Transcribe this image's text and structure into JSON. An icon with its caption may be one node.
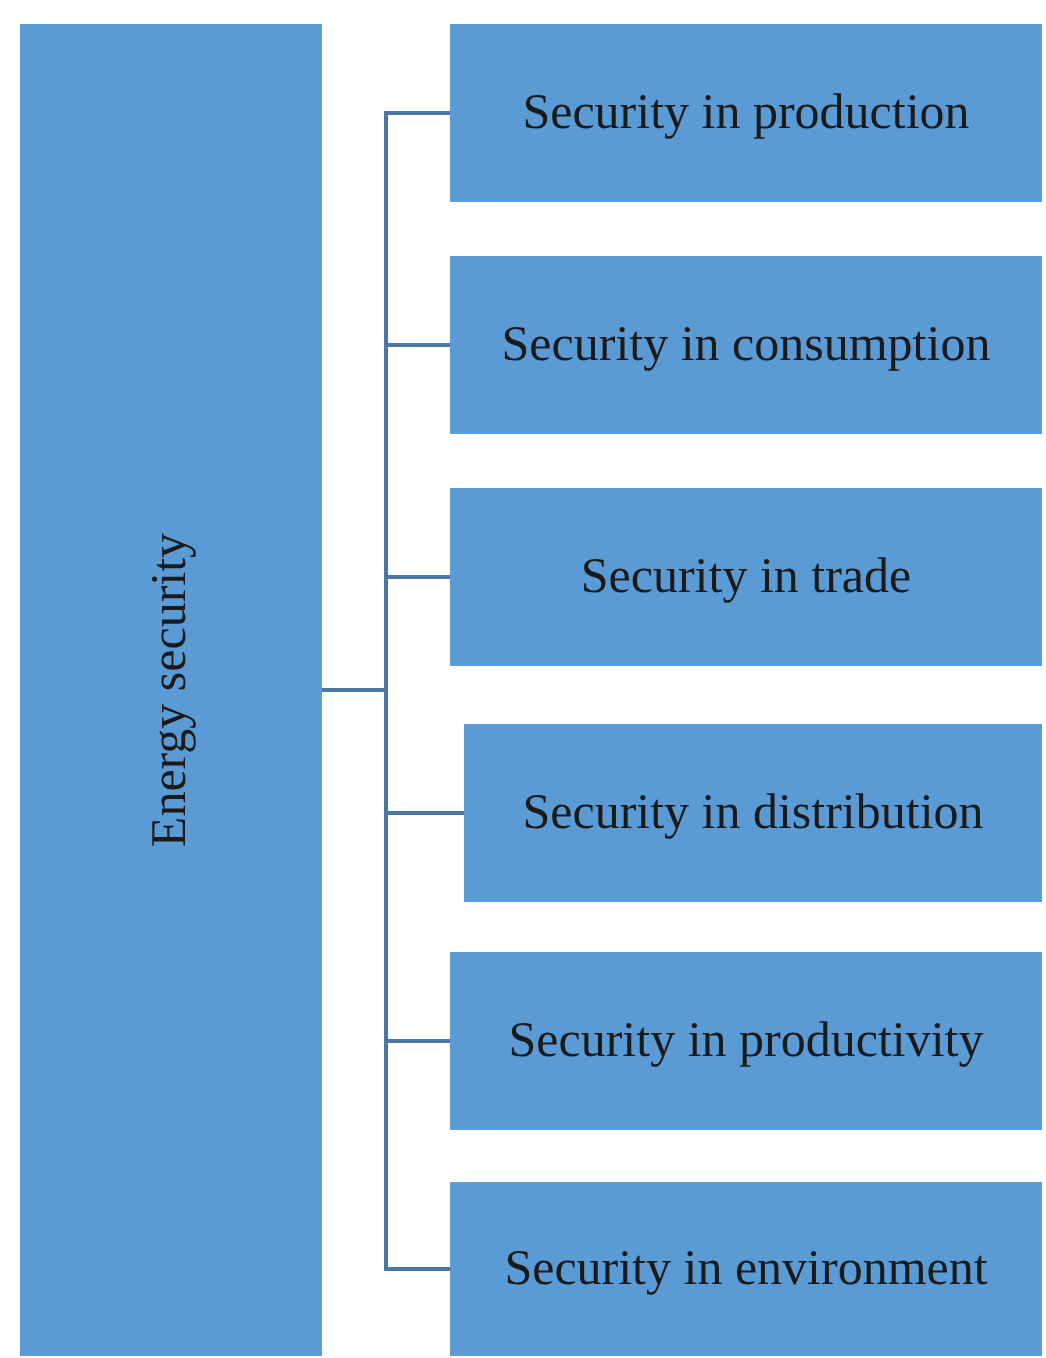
{
  "diagram": {
    "nodes": [
      {
        "text": [
          "Energy security"
        ]
      },
      {
        "text": [
          "Security in production"
        ]
      },
      {
        "text": [
          "Security in consumption"
        ]
      },
      {
        "text": [
          "Security in trade"
        ]
      },
      {
        "text": [
          "Security in distribution"
        ]
      },
      {
        "text": [
          "Security in productivity"
        ]
      },
      {
        "text": [
          "Security in environment"
        ]
      }
    ],
    "edges": [
      {
        "from": 0,
        "to": 1,
        "arrow": "none"
      },
      {
        "from": 0,
        "to": 2,
        "arrow": "none"
      },
      {
        "from": 0,
        "to": 3,
        "arrow": "none"
      },
      {
        "from": 0,
        "to": 4,
        "arrow": "none"
      },
      {
        "from": 0,
        "to": 5,
        "arrow": "none"
      },
      {
        "from": 0,
        "to": 6,
        "arrow": "none"
      }
    ]
  }
}
